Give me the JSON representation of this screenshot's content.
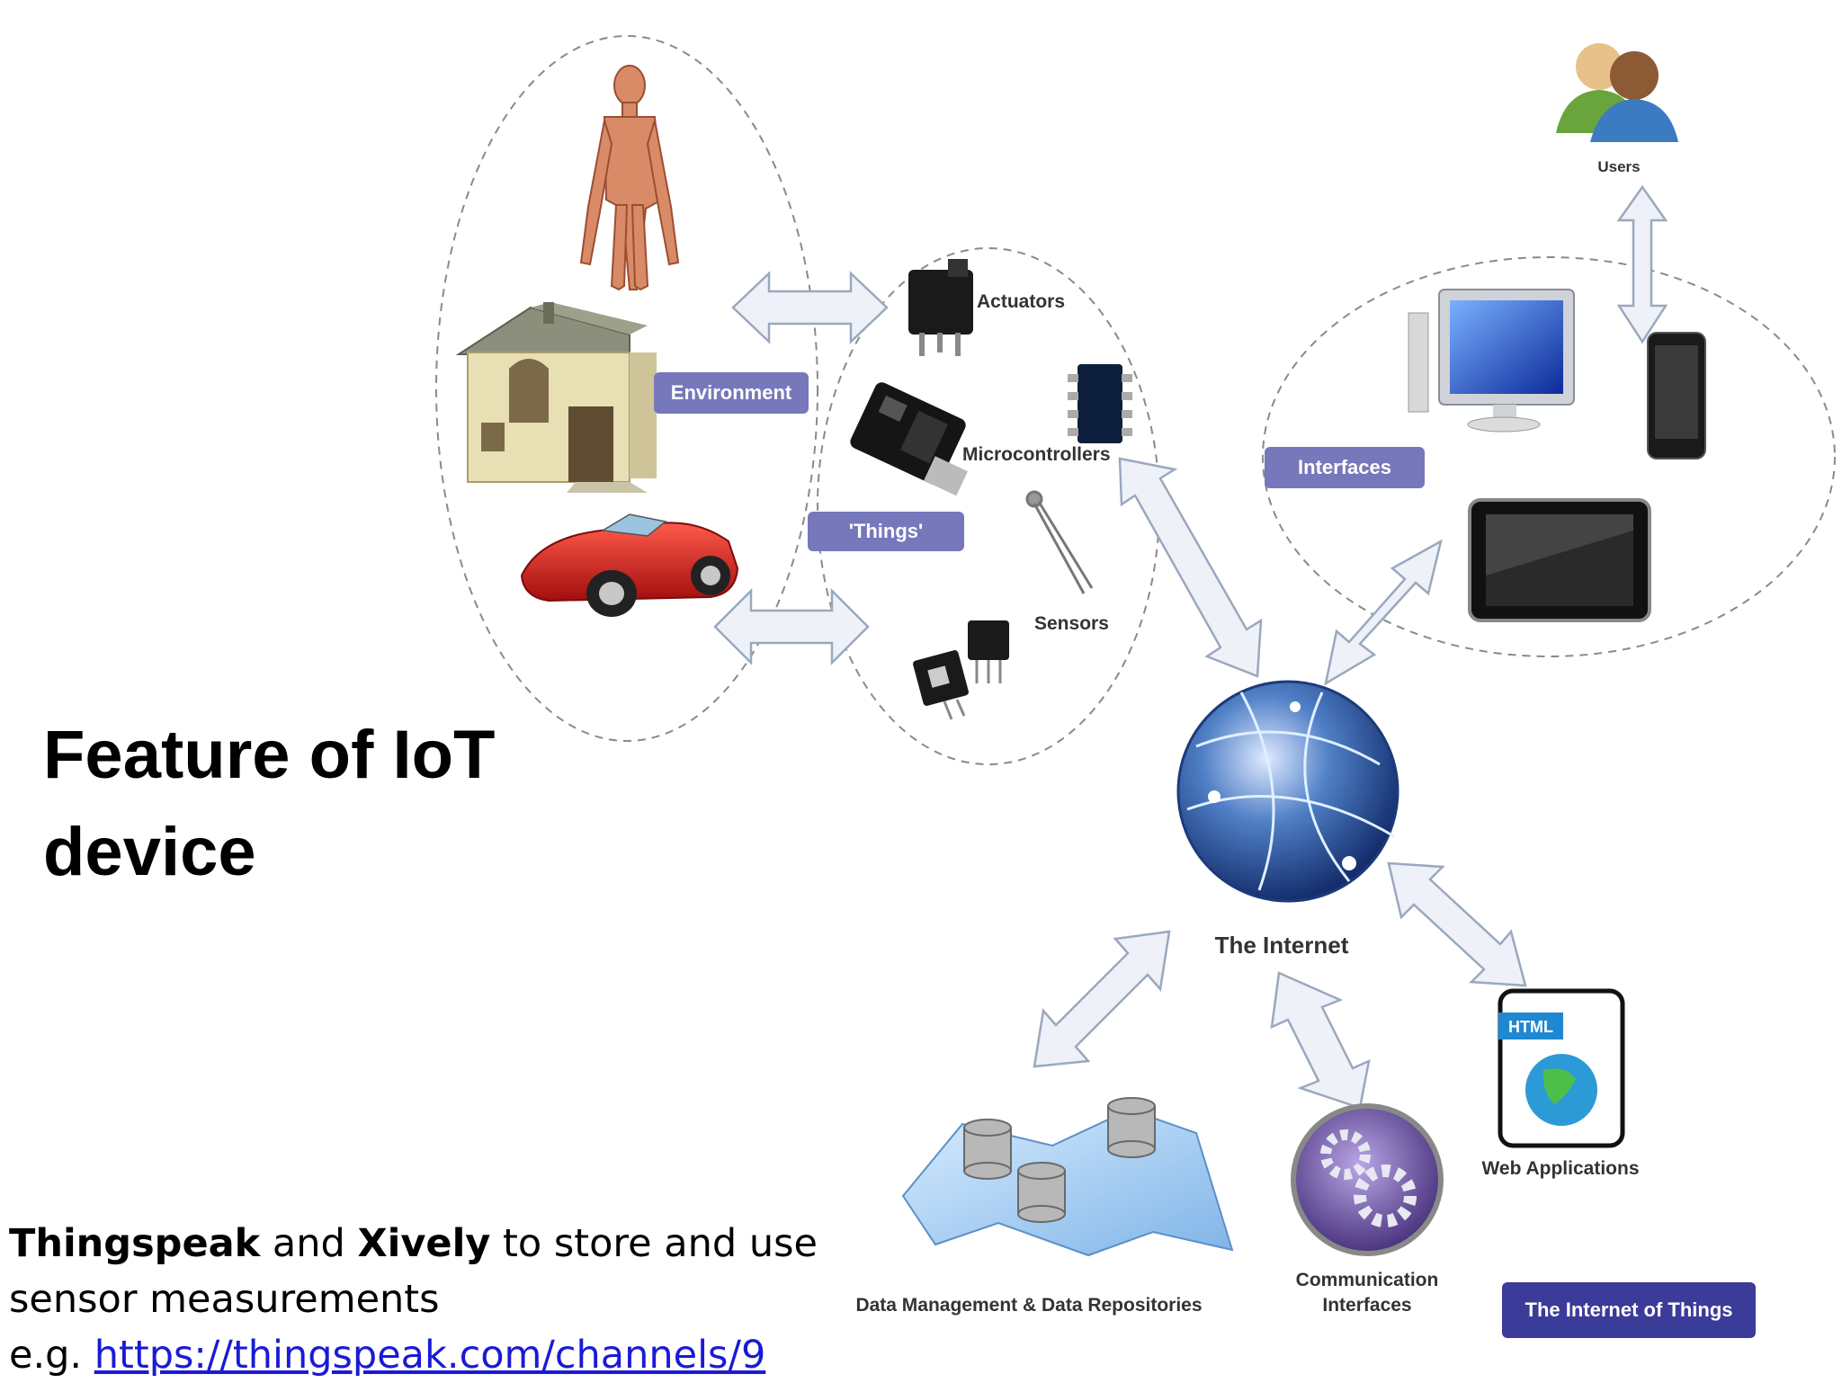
{
  "title": {
    "line1": "Feature of IoT",
    "line2": "device"
  },
  "caption": {
    "w1": "Thingspeak",
    "t1": " and ",
    "w2": "Xively",
    "t2": " to store and use",
    "line2": "sensor measurements",
    "prefix": "e.g. ",
    "link": "https://thingspeak.com/channels/9"
  },
  "diagram": {
    "tags": {
      "environment": "Environment",
      "things": "'Things'",
      "interfaces": "Interfaces",
      "iot": "The Internet of Things"
    },
    "labels": {
      "actuators": "Actuators",
      "microcontrollers": "Microcontrollers",
      "sensors": "Sensors",
      "users": "Users",
      "internet": "The Internet",
      "web_apps": "Web Applications",
      "data_mgmt": "Data Management & Data Repositories",
      "comm1": "Communication",
      "comm2": "Interfaces"
    }
  },
  "colors": {
    "tag_bg": "#7777bb",
    "iot_tag_bg": "#3b3b9a",
    "link": "#1a1ad6",
    "arrow_fill": "#eef2f8",
    "arrow_stroke": "#9aa8bf"
  }
}
